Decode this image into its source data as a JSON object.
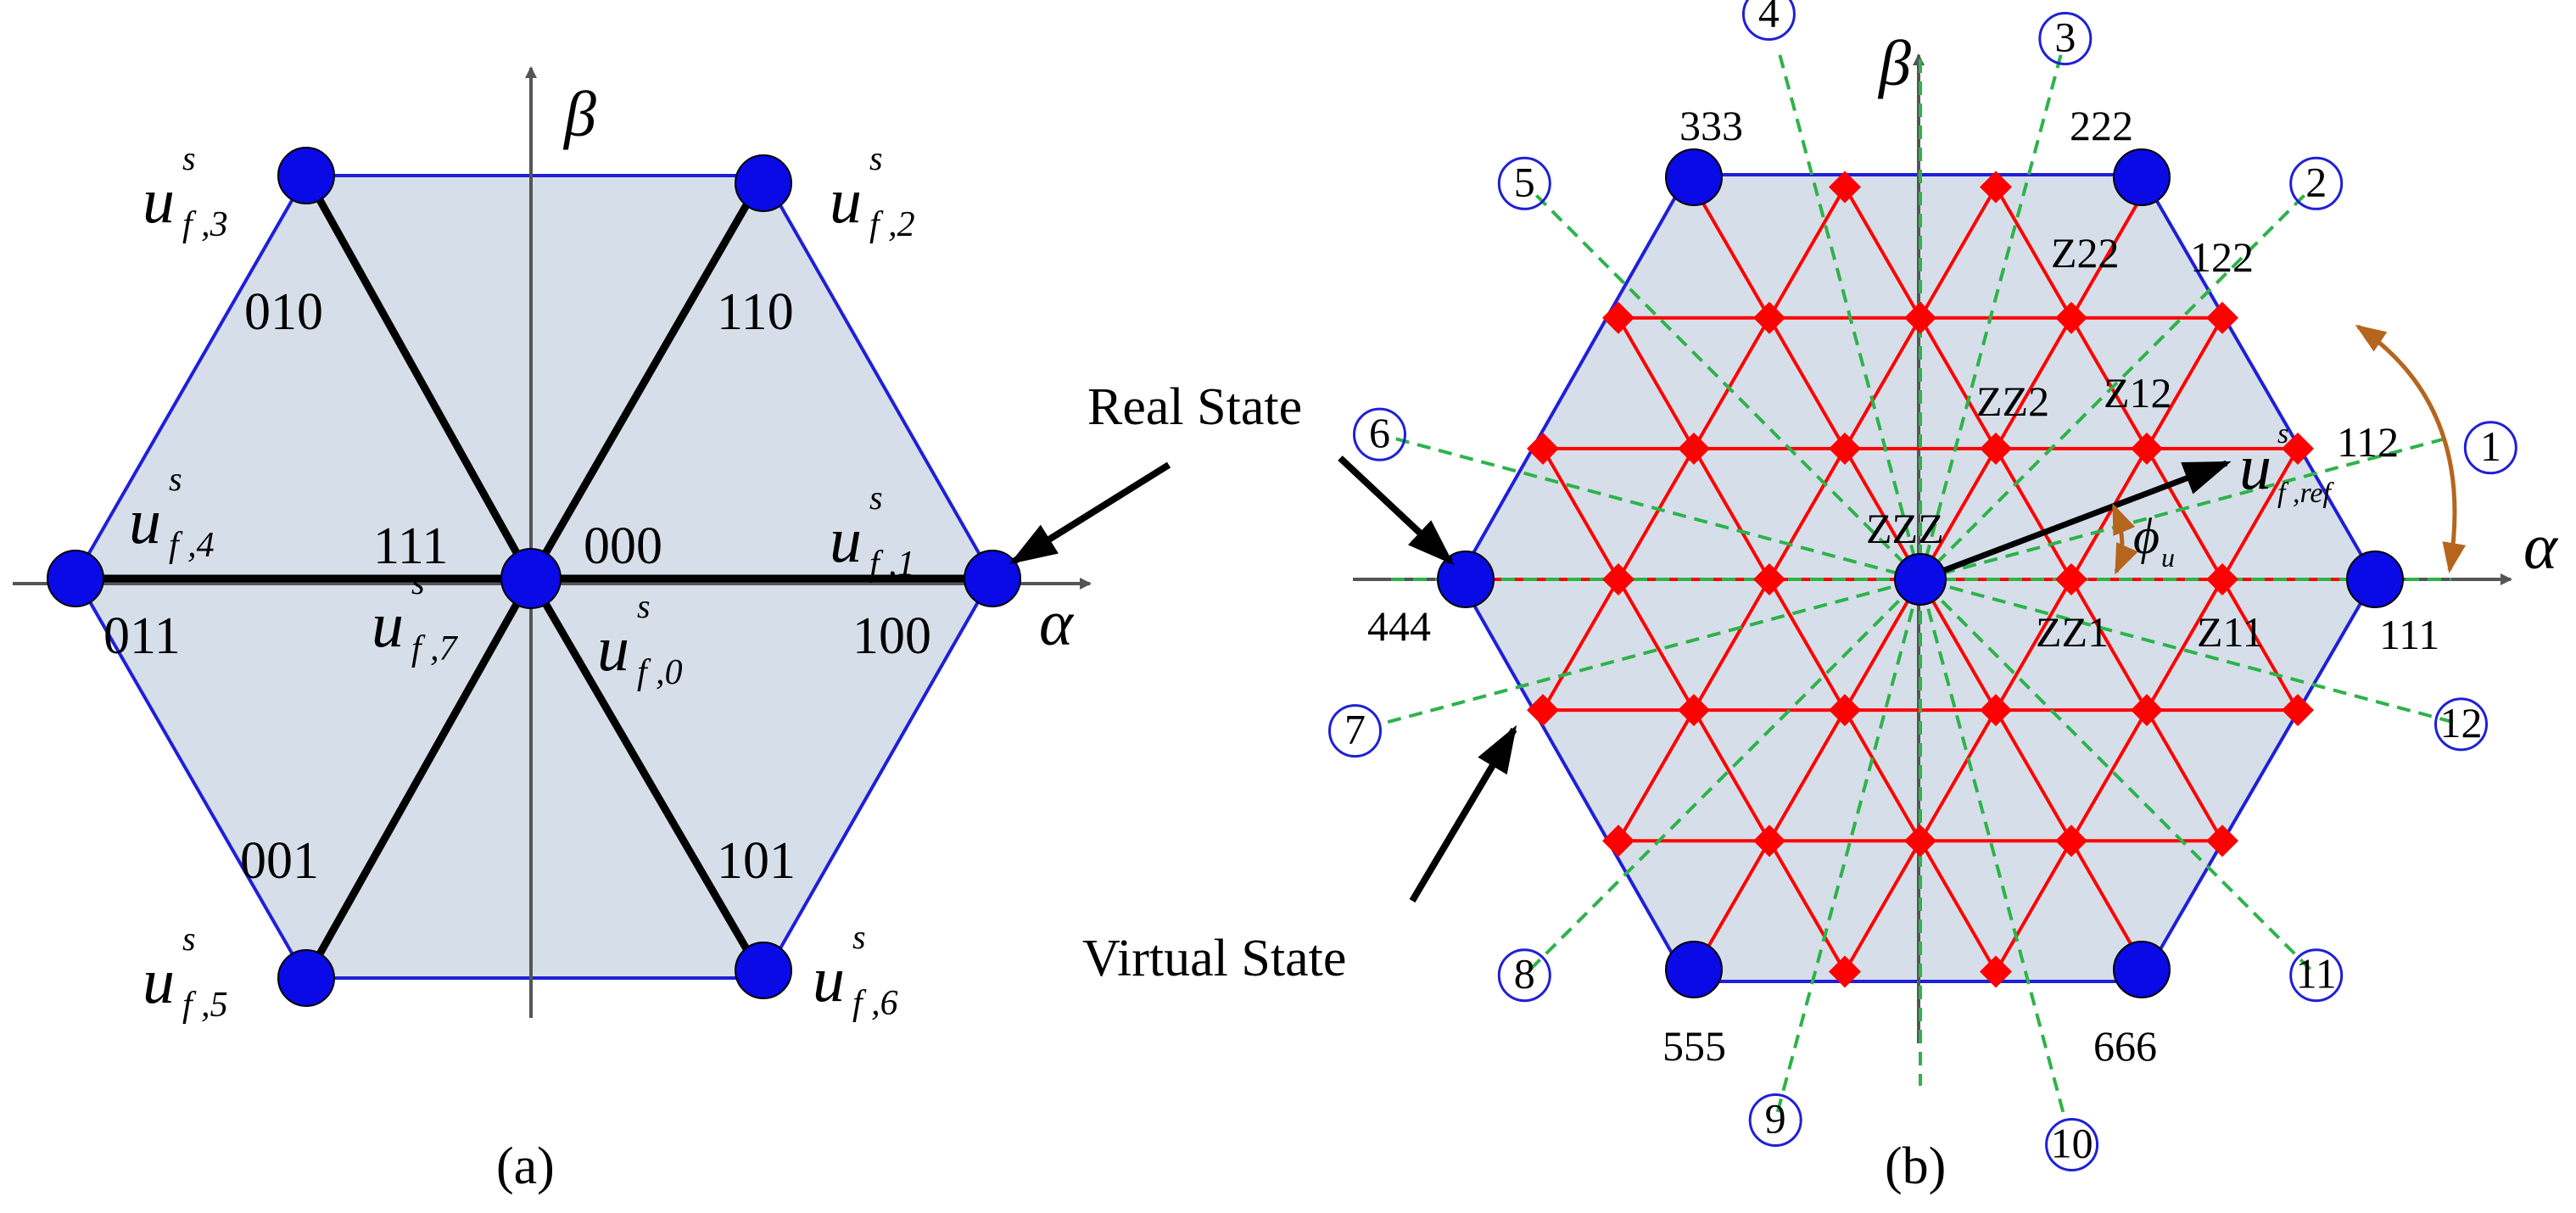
{
  "colors": {
    "hex_fill": "#d6dfe9",
    "hex_edge": "#1f1fd8",
    "real_state": "#0a0ae6",
    "virtual_state": "#ff0000",
    "lattice": "#ff0000",
    "axis": "#555555",
    "sector_line": "#2db34a",
    "angle_arc": "#b5651d",
    "arrow": "#000000"
  },
  "panel_a": {
    "caption": "(a)",
    "axis_alpha": "α",
    "axis_beta": "β",
    "vectors": [
      {
        "sym": "u",
        "sup": "s",
        "sub": "f ,1",
        "code": "100"
      },
      {
        "sym": "u",
        "sup": "s",
        "sub": "f ,2",
        "code": "110"
      },
      {
        "sym": "u",
        "sup": "s",
        "sub": "f ,3",
        "code": "010"
      },
      {
        "sym": "u",
        "sup": "s",
        "sub": "f ,4",
        "code": "011"
      },
      {
        "sym": "u",
        "sup": "s",
        "sub": "f ,5",
        "code": "001"
      },
      {
        "sym": "u",
        "sup": "s",
        "sub": "f ,6",
        "code": "101"
      }
    ],
    "zero_vectors": [
      {
        "sym": "u",
        "sup": "s",
        "sub": "f ,7",
        "code": "111"
      },
      {
        "sym": "u",
        "sup": "s",
        "sub": "f ,0",
        "code": "000"
      }
    ],
    "annotation_real_state": "Real State"
  },
  "panel_b": {
    "caption": "(b)",
    "axis_alpha": "α",
    "axis_beta": "β",
    "corner_labels": [
      "111",
      "222",
      "333",
      "444",
      "555",
      "666"
    ],
    "inner_labels": [
      "122",
      "112",
      "Z22",
      "Z12",
      "ZZ2",
      "ZZZ",
      "ZZ1",
      "Z11"
    ],
    "sectors": [
      "1",
      "2",
      "3",
      "4",
      "5",
      "6",
      "7",
      "8",
      "9",
      "10",
      "11",
      "12"
    ],
    "reference": {
      "sym": "u",
      "sup": "s",
      "sub": "f ,ref"
    },
    "angle": {
      "sym": "ϕ",
      "sub": "u"
    },
    "annotation_virtual_state": "Virtual State"
  }
}
